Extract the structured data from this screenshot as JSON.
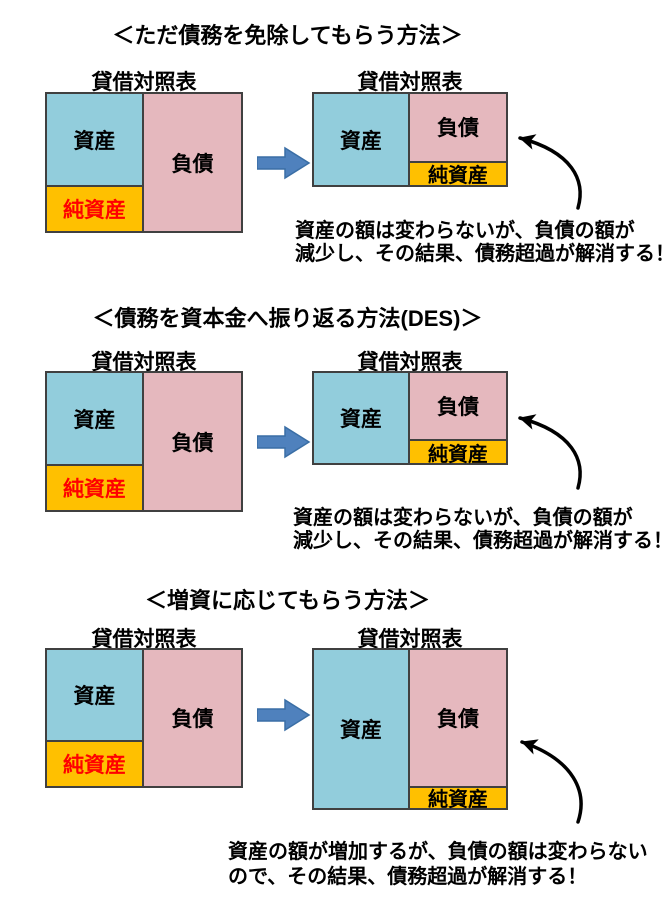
{
  "colors": {
    "asset_fill": "#92CDDC",
    "liability_fill": "#E5B8BE",
    "equity_fill": "#FFC000",
    "arrow_fill": "#4F81BD",
    "arrow_edge": "#3A6EA5",
    "box_border": "#404040",
    "equity_text_left": "#FF0000",
    "ink": "#000000"
  },
  "labels": {
    "balance_sheet": "貸借対照表",
    "asset": "資産",
    "liability": "負債",
    "equity": "純資産"
  },
  "sections": [
    {
      "title": "＜ただ債務を免除してもらう方法＞",
      "caption_line1": "資産の額は変わらないが、負債の額が",
      "caption_line2": "減少し、その結果、債務超過が解消する！"
    },
    {
      "title": "＜債務を資本金へ振り返る方法(DES)＞",
      "caption_line1": "資産の額は変わらないが、負債の額が",
      "caption_line2": "減少し、その結果、債務超過が解消する！"
    },
    {
      "title": "＜増資に応じてもらう方法＞",
      "caption_line1": "資産の額が増加するが、負債の額は変わらない",
      "caption_line2": "ので、その結果、債務超過が解消する！"
    }
  ]
}
